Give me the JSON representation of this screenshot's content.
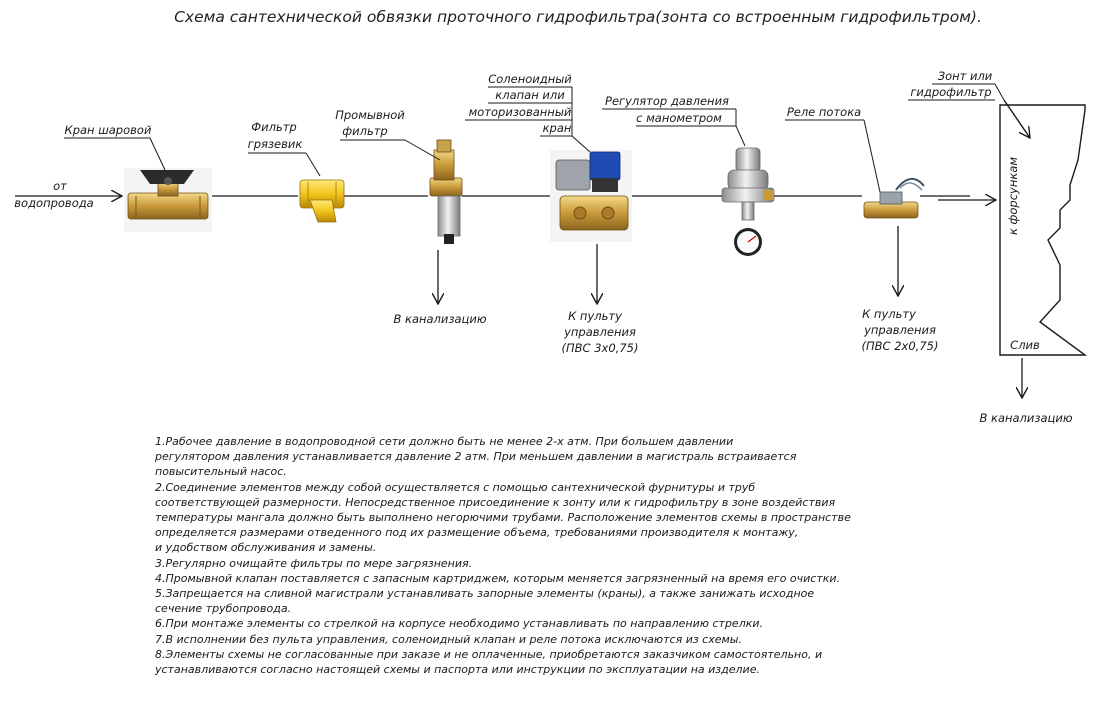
{
  "title": "Схема сантехнической обвязки проточного гидрофильтра(зонта со встроенным гидрофильтром).",
  "inlet": {
    "line1": "от",
    "line2": "водопровода"
  },
  "components": {
    "ball_valve": {
      "label": "Кран шаровой"
    },
    "dirt_filter": {
      "line1": "Фильтр",
      "line2": "грязевик"
    },
    "flush_filter": {
      "line1": "Промывной",
      "line2": "фильтр"
    },
    "solenoid": {
      "line1": "Соленоидный",
      "line2": "клапан или",
      "line3": "моторизованный",
      "line4": "кран"
    },
    "regulator": {
      "line1": "Регулятор давления",
      "line2": "с манометром"
    },
    "flow_relay": {
      "label": "Реле потока"
    },
    "hood": {
      "line1": "Зонт или",
      "line2": "гидрофильтр"
    }
  },
  "hood_nozzles": "к форсункам",
  "hood_drain": "Слив",
  "outputs": {
    "flush_drain": "В канализацию",
    "solenoid_control": {
      "line1": "К пульту",
      "line2": "управления",
      "line3": "(ПВС 3х0,75)"
    },
    "relay_control": {
      "line1": "К пульту",
      "line2": "управления",
      "line3": "(ПВС 2х0,75)"
    },
    "hood_drain": "В канализацию"
  },
  "notes": [
    "1.Рабочее давление в водопроводной сети должно быть не менее 2-х атм. При большем давлении",
    "регулятором давления устанавливается давление 2 атм. При меньшем давлении в магистраль встраивается",
    "повысительный насос.",
    "2.Соединение элементов между собой осуществляется с помощью сантехнической фурнитуры и труб",
    "соответствующей размерности. Непосредственное присоединение к зонту или к гидрофильтру в зоне воздействия",
    "температуры мангала должно быть выполнено негорючими трубами. Расположение элементов схемы в пространстве",
    "определяется размерами отведенного под их размещение объема, требованиями производителя к монтажу,",
    " и удобством обслуживания и замены.",
    "3.Регулярно очищайте фильтры по мере загрязнения.",
    "4.Промывной клапан поставляется с запасным картриджем, которым меняется загрязненный на время его очистки.",
    "5.Запрещается на сливной магистрали устанавливать запорные элементы (краны), а также занижать исходное",
    "сечение трубопровода.",
    "6.При монтаже элементы со стрелкой на корпусе необходимо устанавливать по направлению стрелки.",
    "7.В исполнении без пульта управления, соленоидный клапан и реле потока исключаются из схемы.",
    "8.Элементы схемы не согласованные при заказе и не оплаченные, приобретаются заказчиком самостоятельно, и",
    "устанавливаются согласно настоящей схемы и паспорта или инструкции по эксплуатации на изделие."
  ]
}
